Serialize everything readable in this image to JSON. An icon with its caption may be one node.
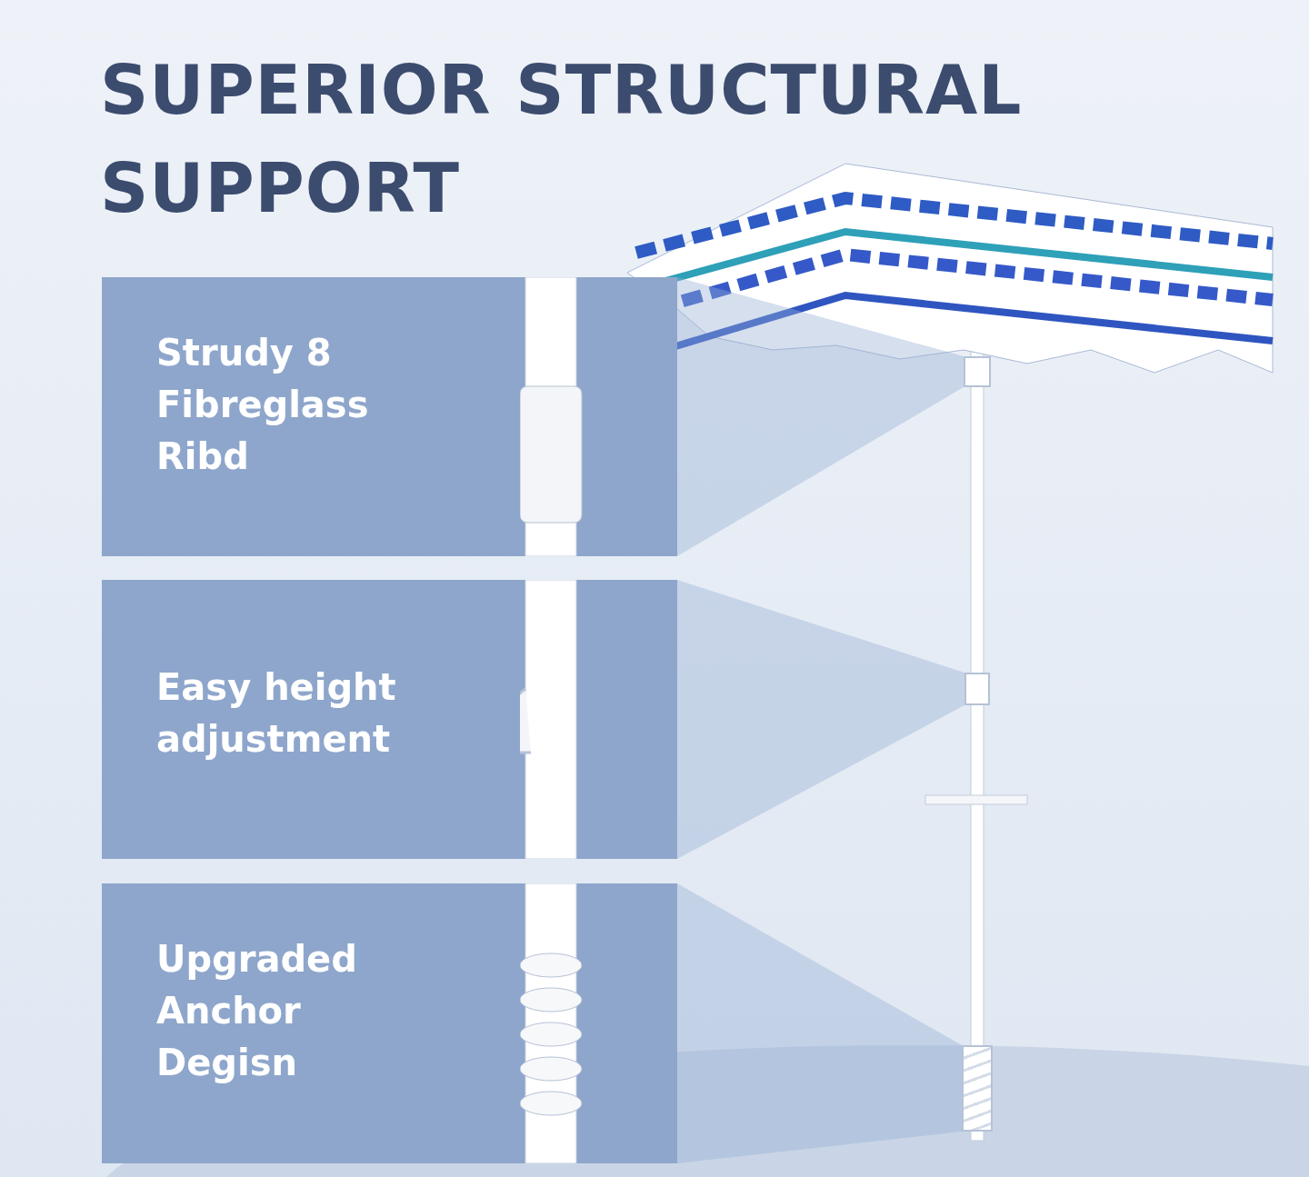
{
  "diagram": {
    "title": "SUPERIOR STRUCTURAL SUPPORT",
    "nodes": [
      {
        "text": [
          "Strudy 8 Fibreglass Ribd"
        ]
      },
      {
        "text": [
          "Easy height adjustment"
        ]
      },
      {
        "text": [
          "Upgraded Anchor Degisn"
        ]
      },
      {
        "text": [],
        "shape": "box"
      },
      {
        "text": [],
        "shape": "box"
      },
      {
        "text": [],
        "shape": "box"
      }
    ],
    "edges": [
      {
        "from": 0,
        "to": 3,
        "arrow": "none"
      },
      {
        "from": 1,
        "to": 4,
        "arrow": "none"
      },
      {
        "from": 2,
        "to": 5,
        "arrow": "none"
      }
    ]
  }
}
